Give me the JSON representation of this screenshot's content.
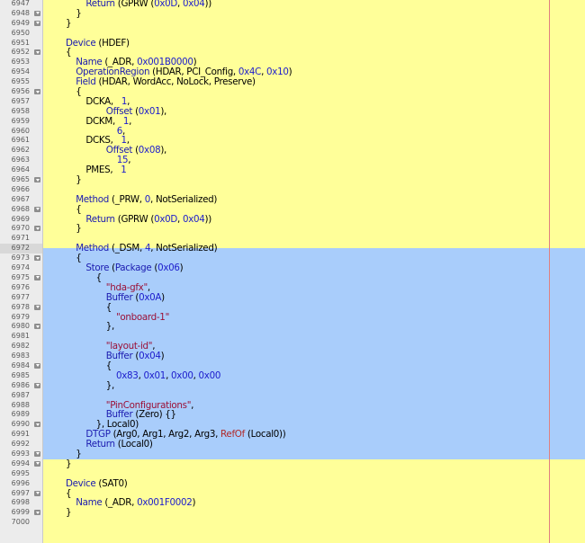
{
  "editor": {
    "highlight_line": "6972",
    "lines": [
      {
        "n": "6947",
        "fold": false,
        "sel": false,
        "indent": 2,
        "tokens": [
          [
            "kw",
            "Return "
          ],
          [
            "plain",
            "(GPRW ("
          ],
          [
            "num",
            "0x0D"
          ],
          [
            "plain",
            ", "
          ],
          [
            "num",
            "0x04"
          ],
          [
            "plain",
            "))"
          ]
        ]
      },
      {
        "n": "6948",
        "fold": true,
        "sel": false,
        "indent": 1,
        "tokens": [
          [
            "plain",
            "}"
          ]
        ]
      },
      {
        "n": "6949",
        "fold": true,
        "sel": false,
        "indent": 0,
        "tokens": [
          [
            "plain",
            "}"
          ]
        ]
      },
      {
        "n": "6950",
        "fold": false,
        "sel": false,
        "indent": 0,
        "tokens": []
      },
      {
        "n": "6951",
        "fold": false,
        "sel": false,
        "indent": 0,
        "tokens": [
          [
            "kw",
            "Device "
          ],
          [
            "plain",
            "(HDEF)"
          ]
        ]
      },
      {
        "n": "6952",
        "fold": true,
        "sel": false,
        "indent": 0,
        "tokens": [
          [
            "plain",
            "{"
          ]
        ]
      },
      {
        "n": "6953",
        "fold": false,
        "sel": false,
        "indent": 1,
        "tokens": [
          [
            "kw",
            "Name "
          ],
          [
            "plain",
            "(_ADR, "
          ],
          [
            "num",
            "0x001B0000"
          ],
          [
            "plain",
            ")"
          ]
        ]
      },
      {
        "n": "6954",
        "fold": false,
        "sel": false,
        "indent": 1,
        "tokens": [
          [
            "kw",
            "OperationRegion "
          ],
          [
            "plain",
            "(HDAR, PCI_Config, "
          ],
          [
            "num",
            "0x4C"
          ],
          [
            "plain",
            ", "
          ],
          [
            "num",
            "0x10"
          ],
          [
            "plain",
            ")"
          ]
        ]
      },
      {
        "n": "6955",
        "fold": false,
        "sel": false,
        "indent": 1,
        "tokens": [
          [
            "kw",
            "Field "
          ],
          [
            "plain",
            "(HDAR, WordAcc, NoLock, Preserve)"
          ]
        ]
      },
      {
        "n": "6956",
        "fold": true,
        "sel": false,
        "indent": 1,
        "tokens": [
          [
            "plain",
            "{"
          ]
        ]
      },
      {
        "n": "6957",
        "fold": false,
        "sel": false,
        "indent": 2,
        "tokens": [
          [
            "plain",
            "DCKA,   "
          ],
          [
            "num",
            "1"
          ],
          [
            "plain",
            ","
          ]
        ]
      },
      {
        "n": "6958",
        "fold": false,
        "sel": false,
        "indent": 4,
        "tokens": [
          [
            "kw",
            "Offset "
          ],
          [
            "plain",
            "("
          ],
          [
            "num",
            "0x01"
          ],
          [
            "plain",
            "),"
          ]
        ]
      },
      {
        "n": "6959",
        "fold": false,
        "sel": false,
        "indent": 2,
        "tokens": [
          [
            "plain",
            "DCKM,   "
          ],
          [
            "num",
            "1"
          ],
          [
            "plain",
            ","
          ]
        ]
      },
      {
        "n": "6960",
        "fold": false,
        "sel": false,
        "indent": 4,
        "tokens": [
          [
            "plain",
            "    "
          ],
          [
            "num",
            "6"
          ],
          [
            "plain",
            ","
          ]
        ]
      },
      {
        "n": "6961",
        "fold": false,
        "sel": false,
        "indent": 2,
        "tokens": [
          [
            "plain",
            "DCKS,   "
          ],
          [
            "num",
            "1"
          ],
          [
            "plain",
            ","
          ]
        ]
      },
      {
        "n": "6962",
        "fold": false,
        "sel": false,
        "indent": 4,
        "tokens": [
          [
            "kw",
            "Offset "
          ],
          [
            "plain",
            "("
          ],
          [
            "num",
            "0x08"
          ],
          [
            "plain",
            "),"
          ]
        ]
      },
      {
        "n": "6963",
        "fold": false,
        "sel": false,
        "indent": 4,
        "tokens": [
          [
            "plain",
            "    "
          ],
          [
            "num",
            "15"
          ],
          [
            "plain",
            ","
          ]
        ]
      },
      {
        "n": "6964",
        "fold": false,
        "sel": false,
        "indent": 2,
        "tokens": [
          [
            "plain",
            "PMES,   "
          ],
          [
            "num",
            "1"
          ]
        ]
      },
      {
        "n": "6965",
        "fold": true,
        "sel": false,
        "indent": 1,
        "tokens": [
          [
            "plain",
            "}"
          ]
        ]
      },
      {
        "n": "6966",
        "fold": false,
        "sel": false,
        "indent": 0,
        "tokens": []
      },
      {
        "n": "6967",
        "fold": false,
        "sel": false,
        "indent": 1,
        "tokens": [
          [
            "kw",
            "Method "
          ],
          [
            "plain",
            "(_PRW, "
          ],
          [
            "num",
            "0"
          ],
          [
            "plain",
            ", NotSerialized)"
          ]
        ]
      },
      {
        "n": "6968",
        "fold": true,
        "sel": false,
        "indent": 1,
        "tokens": [
          [
            "plain",
            "{"
          ]
        ]
      },
      {
        "n": "6969",
        "fold": false,
        "sel": false,
        "indent": 2,
        "tokens": [
          [
            "kw",
            "Return "
          ],
          [
            "plain",
            "(GPRW ("
          ],
          [
            "num",
            "0x0D"
          ],
          [
            "plain",
            ", "
          ],
          [
            "num",
            "0x04"
          ],
          [
            "plain",
            "))"
          ]
        ]
      },
      {
        "n": "6970",
        "fold": true,
        "sel": false,
        "indent": 1,
        "tokens": [
          [
            "plain",
            "}"
          ]
        ]
      },
      {
        "n": "6971",
        "fold": false,
        "sel": false,
        "indent": 0,
        "tokens": []
      },
      {
        "n": "6972",
        "fold": false,
        "sel": "partial",
        "indent": 1,
        "tokens": [
          [
            "kw",
            "Method "
          ],
          [
            "plain",
            "(_DSM, "
          ],
          [
            "num",
            "4"
          ],
          [
            "plain",
            ", NotSerialized)"
          ]
        ]
      },
      {
        "n": "6973",
        "fold": true,
        "sel": true,
        "indent": 1,
        "tokens": [
          [
            "plain",
            "{"
          ]
        ]
      },
      {
        "n": "6974",
        "fold": false,
        "sel": true,
        "indent": 2,
        "tokens": [
          [
            "kw",
            "Store "
          ],
          [
            "plain",
            "("
          ],
          [
            "kw",
            "Package "
          ],
          [
            "plain",
            "("
          ],
          [
            "num",
            "0x06"
          ],
          [
            "plain",
            ")"
          ]
        ]
      },
      {
        "n": "6975",
        "fold": true,
        "sel": true,
        "indent": 3,
        "tokens": [
          [
            "plain",
            "{"
          ]
        ]
      },
      {
        "n": "6976",
        "fold": false,
        "sel": true,
        "indent": 4,
        "tokens": [
          [
            "str",
            "\"hda-gfx\""
          ],
          [
            "plain",
            ","
          ]
        ]
      },
      {
        "n": "6977",
        "fold": false,
        "sel": true,
        "indent": 4,
        "tokens": [
          [
            "kw",
            "Buffer "
          ],
          [
            "plain",
            "("
          ],
          [
            "num",
            "0x0A"
          ],
          [
            "plain",
            ")"
          ]
        ]
      },
      {
        "n": "6978",
        "fold": true,
        "sel": true,
        "indent": 4,
        "tokens": [
          [
            "plain",
            "{"
          ]
        ]
      },
      {
        "n": "6979",
        "fold": false,
        "sel": true,
        "indent": 5,
        "tokens": [
          [
            "str",
            "\"onboard-1\""
          ]
        ]
      },
      {
        "n": "6980",
        "fold": true,
        "sel": true,
        "indent": 4,
        "tokens": [
          [
            "plain",
            "},"
          ]
        ]
      },
      {
        "n": "6981",
        "fold": false,
        "sel": true,
        "indent": 0,
        "tokens": []
      },
      {
        "n": "6982",
        "fold": false,
        "sel": true,
        "indent": 4,
        "tokens": [
          [
            "str",
            "\"layout-id\""
          ],
          [
            "plain",
            ","
          ]
        ]
      },
      {
        "n": "6983",
        "fold": false,
        "sel": true,
        "indent": 4,
        "tokens": [
          [
            "kw",
            "Buffer "
          ],
          [
            "plain",
            "("
          ],
          [
            "num",
            "0x04"
          ],
          [
            "plain",
            ")"
          ]
        ]
      },
      {
        "n": "6984",
        "fold": true,
        "sel": true,
        "indent": 4,
        "tokens": [
          [
            "plain",
            "{"
          ]
        ]
      },
      {
        "n": "6985",
        "fold": false,
        "sel": true,
        "indent": 5,
        "tokens": [
          [
            "num",
            "0x83"
          ],
          [
            "plain",
            ", "
          ],
          [
            "num",
            "0x01"
          ],
          [
            "plain",
            ", "
          ],
          [
            "num",
            "0x00"
          ],
          [
            "plain",
            ", "
          ],
          [
            "num",
            "0x00"
          ]
        ]
      },
      {
        "n": "6986",
        "fold": true,
        "sel": true,
        "indent": 4,
        "tokens": [
          [
            "plain",
            "},"
          ]
        ]
      },
      {
        "n": "6987",
        "fold": false,
        "sel": true,
        "indent": 0,
        "tokens": []
      },
      {
        "n": "6988",
        "fold": false,
        "sel": true,
        "indent": 4,
        "tokens": [
          [
            "str",
            "\"PinConfigurations\""
          ],
          [
            "plain",
            ","
          ]
        ]
      },
      {
        "n": "6989",
        "fold": false,
        "sel": true,
        "indent": 4,
        "tokens": [
          [
            "kw",
            "Buffer "
          ],
          [
            "plain",
            "(Zero) {}"
          ]
        ]
      },
      {
        "n": "6990",
        "fold": true,
        "sel": true,
        "indent": 3,
        "tokens": [
          [
            "plain",
            "}, Local0)"
          ]
        ]
      },
      {
        "n": "6991",
        "fold": false,
        "sel": true,
        "indent": 2,
        "tokens": [
          [
            "kw",
            "DTGP "
          ],
          [
            "plain",
            "(Arg0, Arg1, Arg2, Arg3, "
          ],
          [
            "ref",
            "RefOf "
          ],
          [
            "plain",
            "(Local0))"
          ]
        ]
      },
      {
        "n": "6992",
        "fold": false,
        "sel": true,
        "indent": 2,
        "tokens": [
          [
            "kw",
            "Return "
          ],
          [
            "plain",
            "(Local0)"
          ]
        ]
      },
      {
        "n": "6993",
        "fold": true,
        "sel": true,
        "indent": 1,
        "tokens": [
          [
            "plain",
            "}"
          ]
        ]
      },
      {
        "n": "6994",
        "fold": true,
        "sel": false,
        "indent": 0,
        "tokens": [
          [
            "plain",
            "}"
          ]
        ]
      },
      {
        "n": "6995",
        "fold": false,
        "sel": false,
        "indent": 0,
        "tokens": []
      },
      {
        "n": "6996",
        "fold": false,
        "sel": false,
        "indent": 0,
        "tokens": [
          [
            "kw",
            "Device "
          ],
          [
            "plain",
            "(SAT0)"
          ]
        ]
      },
      {
        "n": "6997",
        "fold": true,
        "sel": false,
        "indent": 0,
        "tokens": [
          [
            "plain",
            "{"
          ]
        ]
      },
      {
        "n": "6998",
        "fold": false,
        "sel": false,
        "indent": 1,
        "tokens": [
          [
            "kw",
            "Name "
          ],
          [
            "plain",
            "(_ADR, "
          ],
          [
            "num",
            "0x001F0002"
          ],
          [
            "plain",
            ")"
          ]
        ]
      },
      {
        "n": "6999",
        "fold": true,
        "sel": false,
        "indent": 0,
        "tokens": [
          [
            "plain",
            "}"
          ]
        ]
      },
      {
        "n": "7000",
        "fold": false,
        "sel": false,
        "indent": 0,
        "tokens": []
      }
    ]
  },
  "colors": {
    "background": "#ffff99",
    "selection": "#a9cdfb",
    "gutter": "#ececec",
    "keyword": "#1b1bb0",
    "number": "#1c1ccc",
    "string": "#9b1037",
    "margin_line": "#e08080"
  }
}
